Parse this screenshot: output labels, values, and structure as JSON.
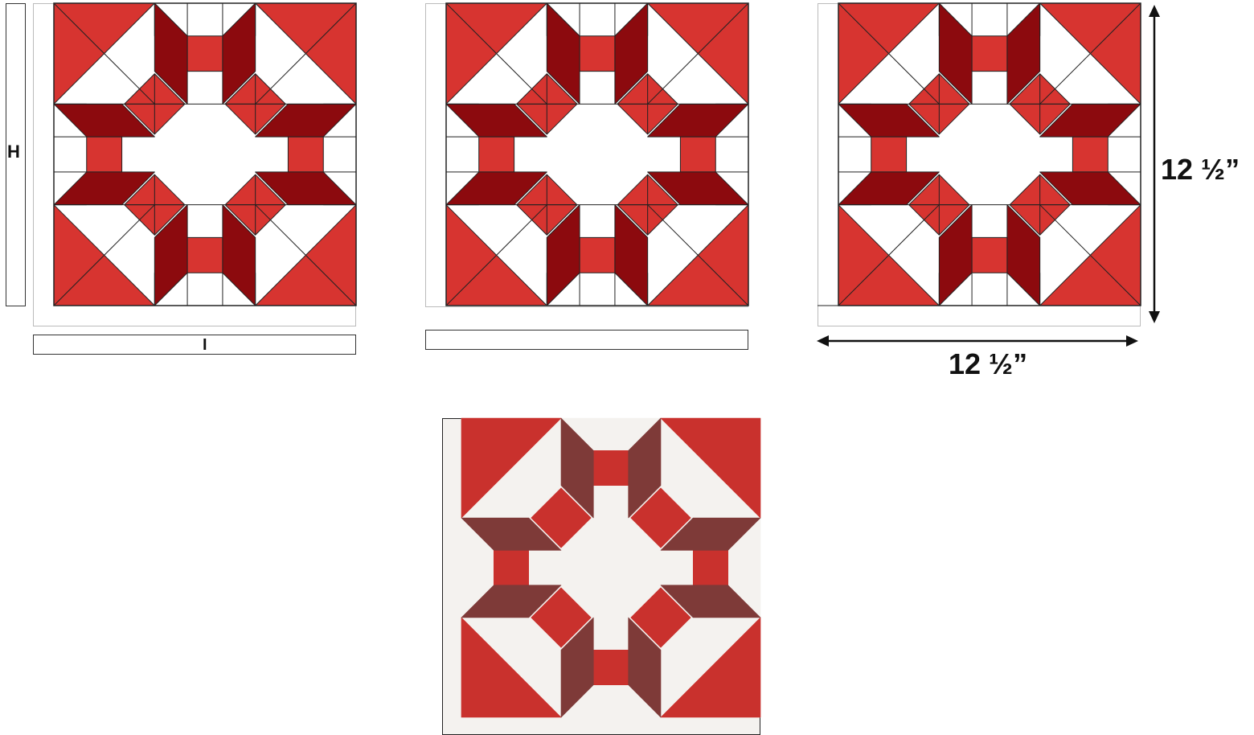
{
  "labels": {
    "side_strip": "H",
    "bottom_strip": "I",
    "height_dimension": "12 ½”",
    "width_dimension": "12 ½”"
  },
  "colors": {
    "red": "#D73430",
    "dark_red": "#8C0A0E",
    "white": "#FFFFFF",
    "outline": "#222222",
    "photo_red": "#C9312D",
    "photo_dark": "#7E3A38",
    "photo_white": "#F4F2EF"
  }
}
